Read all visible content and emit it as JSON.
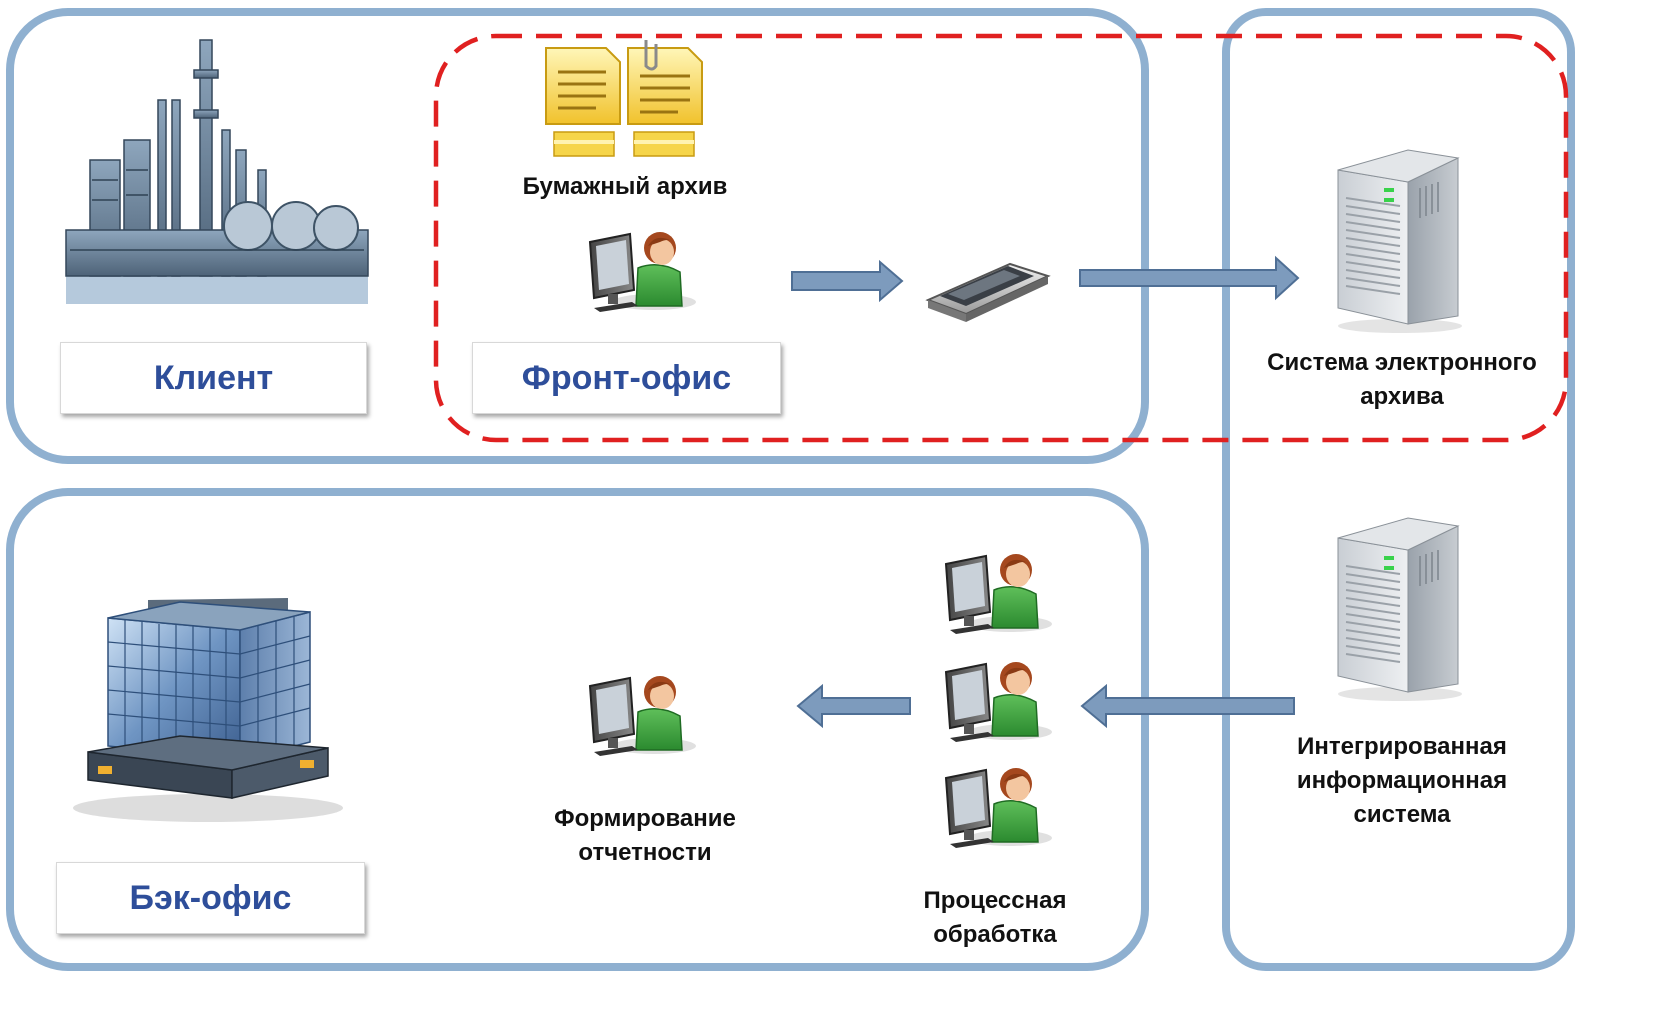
{
  "labels": {
    "client": "Клиент",
    "front_office": "Фронт-офис",
    "back_office": "Бэк-офис"
  },
  "captions": {
    "paper_archive": "Бумажный архив",
    "ea_system_line1": "Система электронного",
    "ea_system_line2": "архива",
    "iis_line1": "Интегрированная",
    "iis_line2": "информационная",
    "iis_line3": "система",
    "reporting_line1": "Формирование",
    "reporting_line2": "отчетности",
    "processing_line1": "Процессная",
    "processing_line2": "обработка"
  },
  "icons": [
    "factory-icon",
    "document-icon",
    "clipped-document-icon",
    "operator-icon",
    "scanner-icon",
    "server-icon",
    "office-building-icon"
  ],
  "colors": {
    "frame": "#8fb0d0",
    "dashed": "#e02020",
    "label_text": "#2e4e9a",
    "arrow_fill": "#7d9bbd",
    "arrow_stroke": "#4f6f95"
  }
}
